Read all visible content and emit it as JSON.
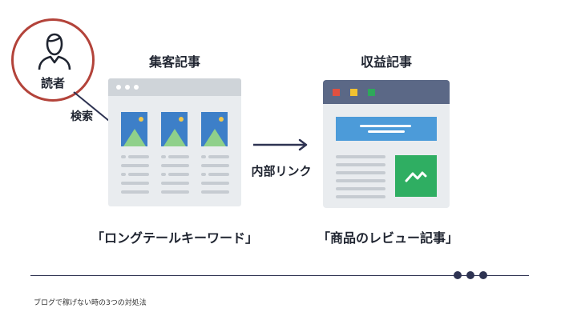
{
  "reader": {
    "label": "読者"
  },
  "search_label": "検索",
  "source_page": {
    "title": "集客記事",
    "caption": "「ロングテールキーワード」"
  },
  "target_page": {
    "title": "収益記事",
    "caption": "「商品のレビュー記事」"
  },
  "link_label": "内部リンク",
  "footer": {
    "text": "ブログで稼げない時の3つの対処法"
  },
  "colors": {
    "reader_ring": "#b3433a",
    "arrow": "#2e3352",
    "window_bg": "#e9ecef",
    "window_bar_light": "#cfd4d9",
    "window_bar_dark": "#5b6886",
    "image_blue": "#3d7fc8",
    "mountain_green": "#8fd08a",
    "sun_yellow": "#f2c84b",
    "banner_blue": "#4c9bd9",
    "card_green": "#2fae62",
    "dot_red": "#e0503f",
    "dot_yellow": "#f2c230",
    "dot_green": "#2ea85a",
    "footer_dots": "#2e3352"
  },
  "icons": [
    "user-icon",
    "image-icon",
    "arrow-right-icon",
    "chart-line-icon",
    "more-dots-icon"
  ]
}
